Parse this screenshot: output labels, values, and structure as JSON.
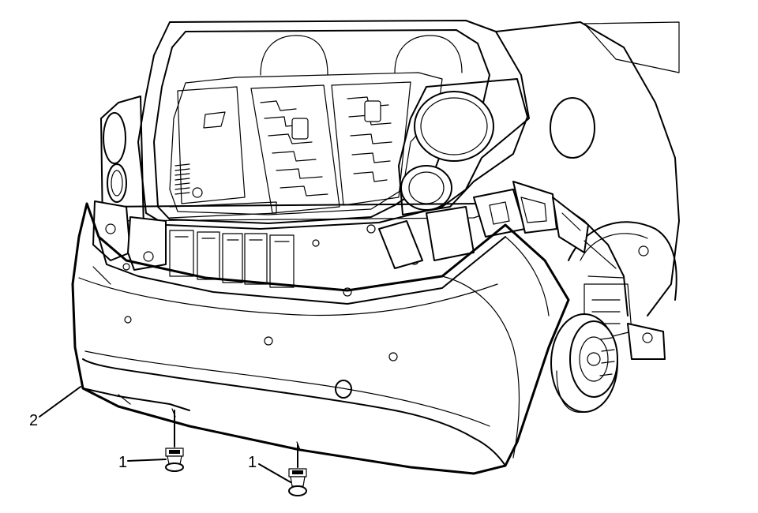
{
  "figure": {
    "callouts": [
      {
        "id": "fastener-left",
        "label": "1"
      },
      {
        "id": "fastener-right",
        "label": "1"
      },
      {
        "id": "rear-bumper-fascia",
        "label": "2"
      }
    ]
  }
}
